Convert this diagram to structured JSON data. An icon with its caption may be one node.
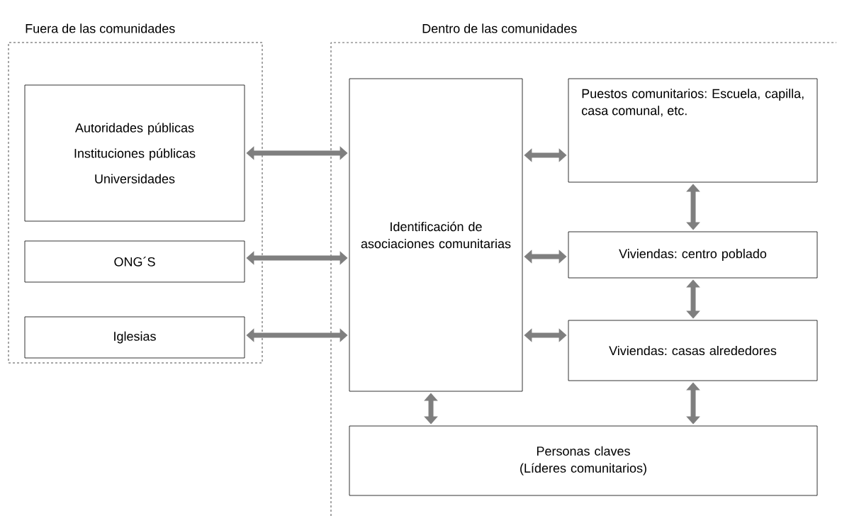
{
  "diagram": {
    "nodes": [
      {
        "text": [
          "Fuera de las comunidades"
        ]
      },
      {
        "text": [
          "Dentro de las comunidades"
        ]
      },
      {
        "text": [
          "Autoridades públicas",
          "Instituciones públicas",
          "Universidades"
        ],
        "in": 0
      },
      {
        "text": [
          "ONG´S"
        ],
        "in": 0
      },
      {
        "text": [
          "Iglesias"
        ],
        "in": 0
      },
      {
        "text": [
          "Identificación de asociaciones comunitarias"
        ],
        "in": 1
      },
      {
        "text": [
          "Puestos comunitarios: Escuela, capilla, casa comunal, etc."
        ],
        "in": 1
      },
      {
        "text": [
          "Viviendas: centro poblado"
        ],
        "in": 1
      },
      {
        "text": [
          "Viviendas: casas alrededores"
        ],
        "in": 1
      },
      {
        "text": [
          "Personas claves",
          "(Líderes comunitarios)"
        ],
        "in": 1
      }
    ],
    "edges": [
      {
        "from": 2,
        "to": 5,
        "arrow": "both"
      },
      {
        "from": 3,
        "to": 5,
        "arrow": "both"
      },
      {
        "from": 4,
        "to": 5,
        "arrow": "both"
      },
      {
        "from": 5,
        "to": 6,
        "arrow": "both"
      },
      {
        "from": 5,
        "to": 7,
        "arrow": "both"
      },
      {
        "from": 5,
        "to": 8,
        "arrow": "both"
      },
      {
        "from": 6,
        "to": 7,
        "arrow": "both"
      },
      {
        "from": 7,
        "to": 8,
        "arrow": "both"
      },
      {
        "from": 5,
        "to": 9,
        "arrow": "both"
      },
      {
        "from": 8,
        "to": 9,
        "arrow": "both"
      }
    ]
  }
}
